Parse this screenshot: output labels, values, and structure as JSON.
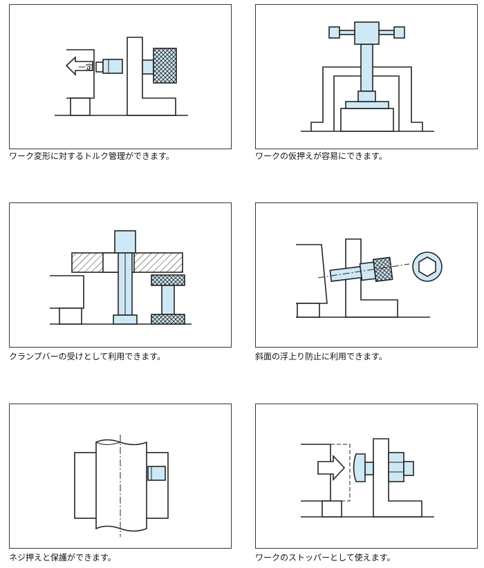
{
  "panels": [
    {
      "caption": "ワーク変形に対するトルク管理ができます。",
      "label": "一定"
    },
    {
      "caption": "ワークの仮押えが容易にできます。"
    },
    {
      "caption": "クランプバーの受けとして利用できます。"
    },
    {
      "caption": "斜面の浮上り防止に利用できます。"
    },
    {
      "caption": "ネジ押えと保護ができます。"
    },
    {
      "caption": "ワークのストッパーとして使えます。"
    }
  ],
  "colors": {
    "accent_fill": "#cfe8f5",
    "line": "#222222"
  }
}
